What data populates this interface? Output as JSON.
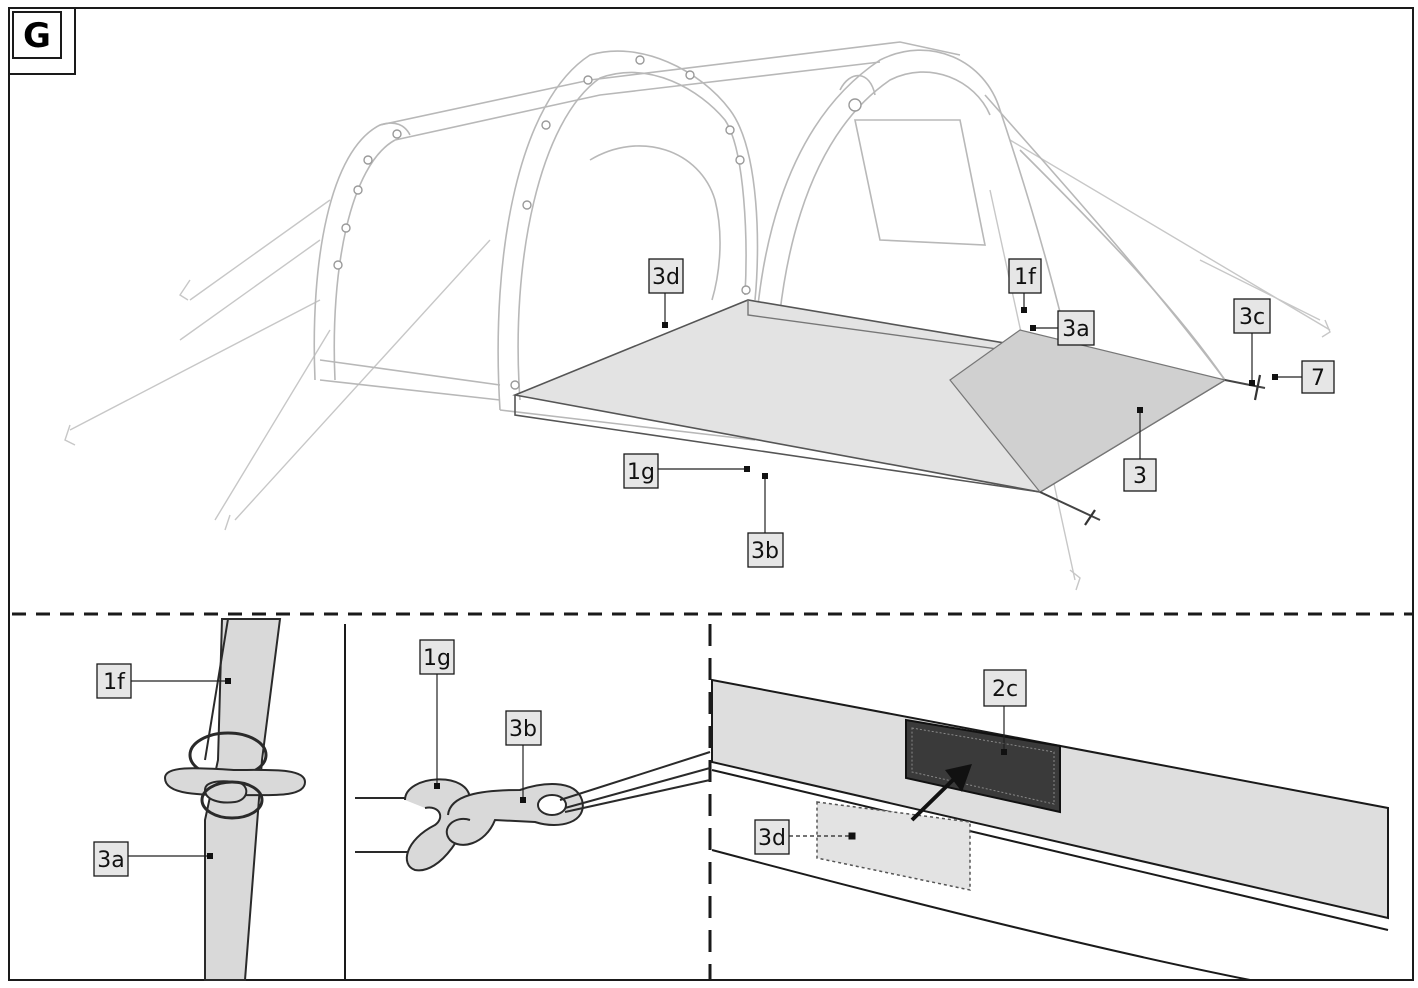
{
  "figure_letter": "G",
  "labels": {
    "main": {
      "groundsheet": "3",
      "velcro_strip": "3d",
      "pole_sleeve": "1f",
      "toggle": "3a",
      "corner_ring": "3c",
      "peg": "7",
      "hook": "1g",
      "snap_hook": "3b"
    },
    "detail_toggle": {
      "sleeve": "1f",
      "toggle": "3a"
    },
    "detail_hook": {
      "hook": "1g",
      "snap_hook": "3b"
    },
    "detail_velcro": {
      "hook_strip": "2c",
      "loop_strip": "3d"
    }
  },
  "colors": {
    "ink": "#111111",
    "label_fill": "#e6e6e6",
    "groundsheet_fill": "#dcdcdc",
    "tent_line": "#b8b8b8",
    "velcro_dark": "#3a3a3a"
  }
}
